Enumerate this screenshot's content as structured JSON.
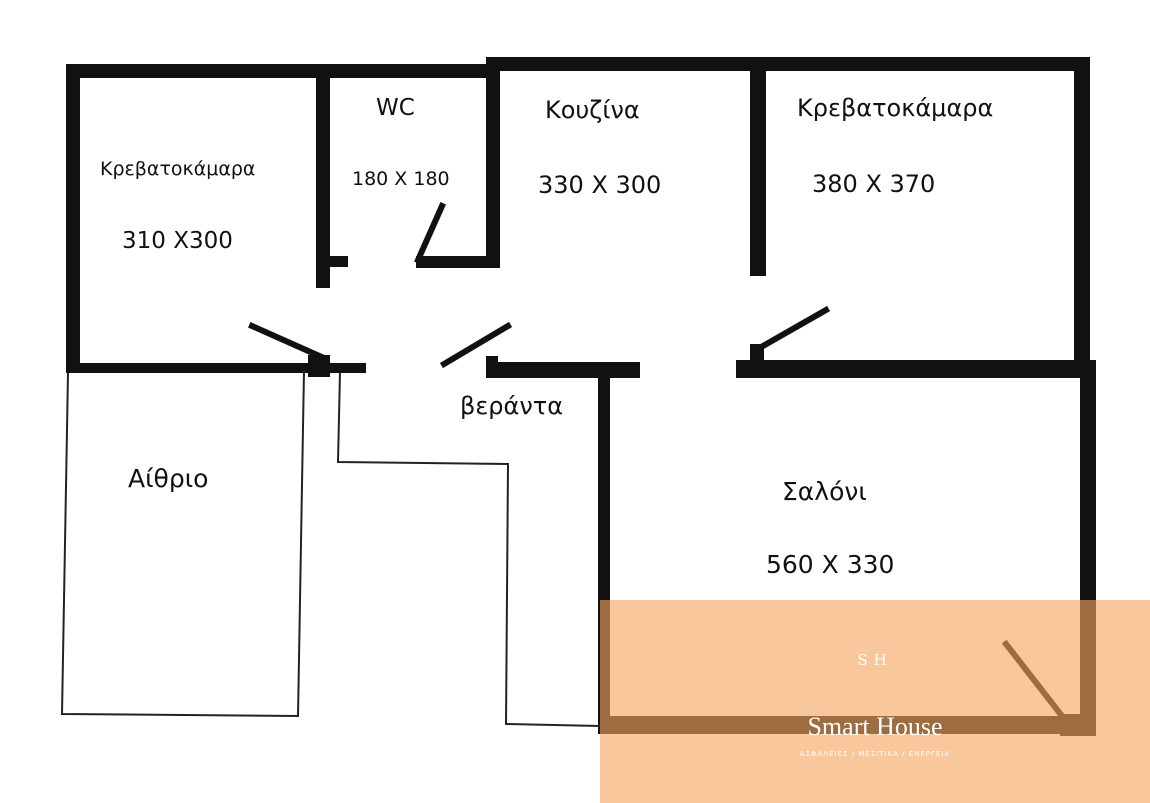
{
  "rooms": {
    "bedroom_left": {
      "name": "Κρεβατοκάμαρα",
      "size": "310 X300"
    },
    "wc": {
      "name": "WC",
      "size": "180 X 180"
    },
    "kitchen": {
      "name": "Κουζίνα",
      "size": "330 X 300"
    },
    "bedroom_right": {
      "name": "Κρεβατοκάμαρα",
      "size": "380 X 370"
    },
    "veranda": {
      "name": "βεράντα"
    },
    "atrium": {
      "name": "Αίθριο"
    },
    "living_room": {
      "name": "Σαλόνι",
      "size": "560 X 330"
    }
  },
  "watermark": {
    "monogram": "SH",
    "brand": "Smart House",
    "tagline": "ΑΣΦΑΛΕΙΕΣ / ΜΕΣΙΤΙΚΑ / ΕΝΕΡΓΕΙΑ",
    "color": "#F4A460"
  },
  "colors": {
    "wall": "#111111",
    "background": "#ffffff"
  }
}
